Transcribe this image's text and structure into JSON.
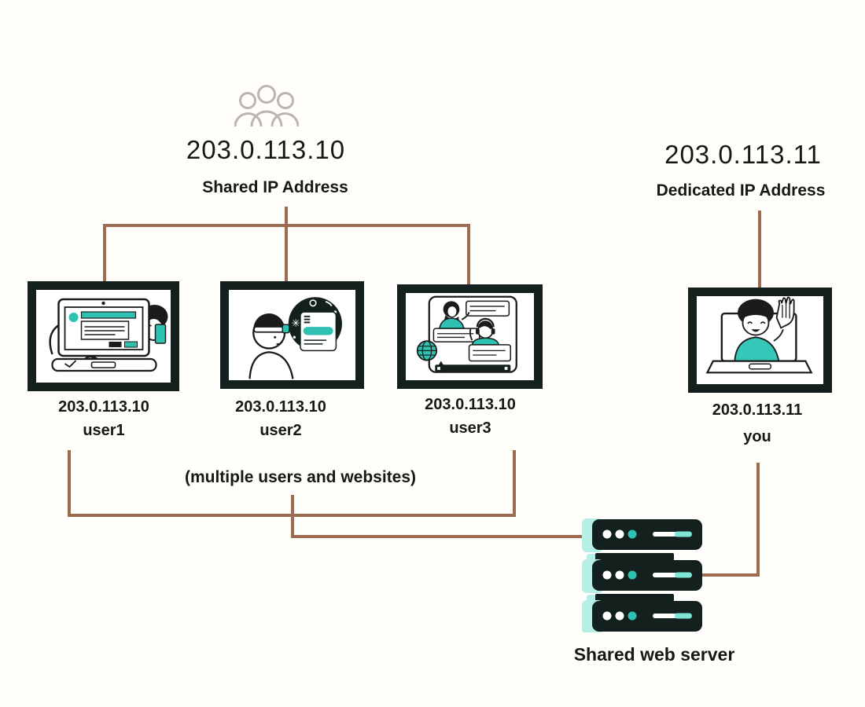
{
  "colors": {
    "line_brown": "#9e6b51",
    "teal": "#2fc1b2",
    "mint": "#b6efe5",
    "dark": "#13201e",
    "people_icon_gray": "#beb4af"
  },
  "shared_group": {
    "ip": "203.0.113.10",
    "label": "Shared IP Address"
  },
  "dedicated_group": {
    "ip": "203.0.113.11",
    "label": "Dedicated IP Address"
  },
  "users": [
    {
      "ip": "203.0.113.10",
      "name": "user1"
    },
    {
      "ip": "203.0.113.10",
      "name": "user2"
    },
    {
      "ip": "203.0.113.10",
      "name": "user3"
    },
    {
      "ip": "203.0.113.11",
      "name": "you"
    }
  ],
  "note": "(multiple users and websites)",
  "server": {
    "label": "Shared web server"
  }
}
